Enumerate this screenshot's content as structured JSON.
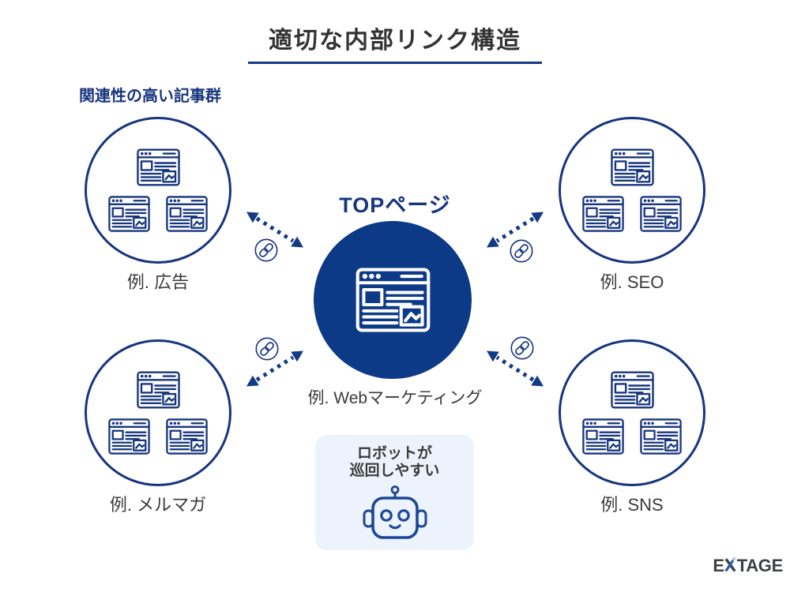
{
  "title": {
    "text": "適切な内部リンク構造"
  },
  "cluster_label": "関連性の高い記事群",
  "center": {
    "top_label": "TOPページ",
    "bottom_label": "例. Webマーケティング",
    "icon": "webpage-icon"
  },
  "nodes": [
    {
      "position": "top-left",
      "label": "例. 広告",
      "icon": "webpage-icon",
      "icon_count": 3
    },
    {
      "position": "top-right",
      "label": "例. SEO",
      "icon": "webpage-icon",
      "icon_count": 3
    },
    {
      "position": "bottom-left",
      "label": "例. メルマガ",
      "icon": "webpage-icon",
      "icon_count": 3
    },
    {
      "position": "bottom-right",
      "label": "例. SNS",
      "icon": "webpage-icon",
      "icon_count": 3
    }
  ],
  "links": {
    "badge_icon": "chain-link-icon",
    "arrow_style": "dotted-double-headed",
    "count": 4
  },
  "robot_box": {
    "line1": "ロボットが",
    "line2": "巡回しやすい",
    "icon": "robot-icon"
  },
  "logo": {
    "left": "E",
    "x": "X",
    "right": "TAGE"
  },
  "colors": {
    "navy": "#17357E",
    "center_circle_fill": "#0d3a87",
    "arrow_blue": "#123a85",
    "robot_stroke": "#1c4796",
    "panel_light_blue": "#edf3fc",
    "text_dark": "#3a3a3a",
    "title_underline": "#123a85",
    "logo_gray": "#3d4045",
    "logo_blue": "#2a5ca8"
  }
}
